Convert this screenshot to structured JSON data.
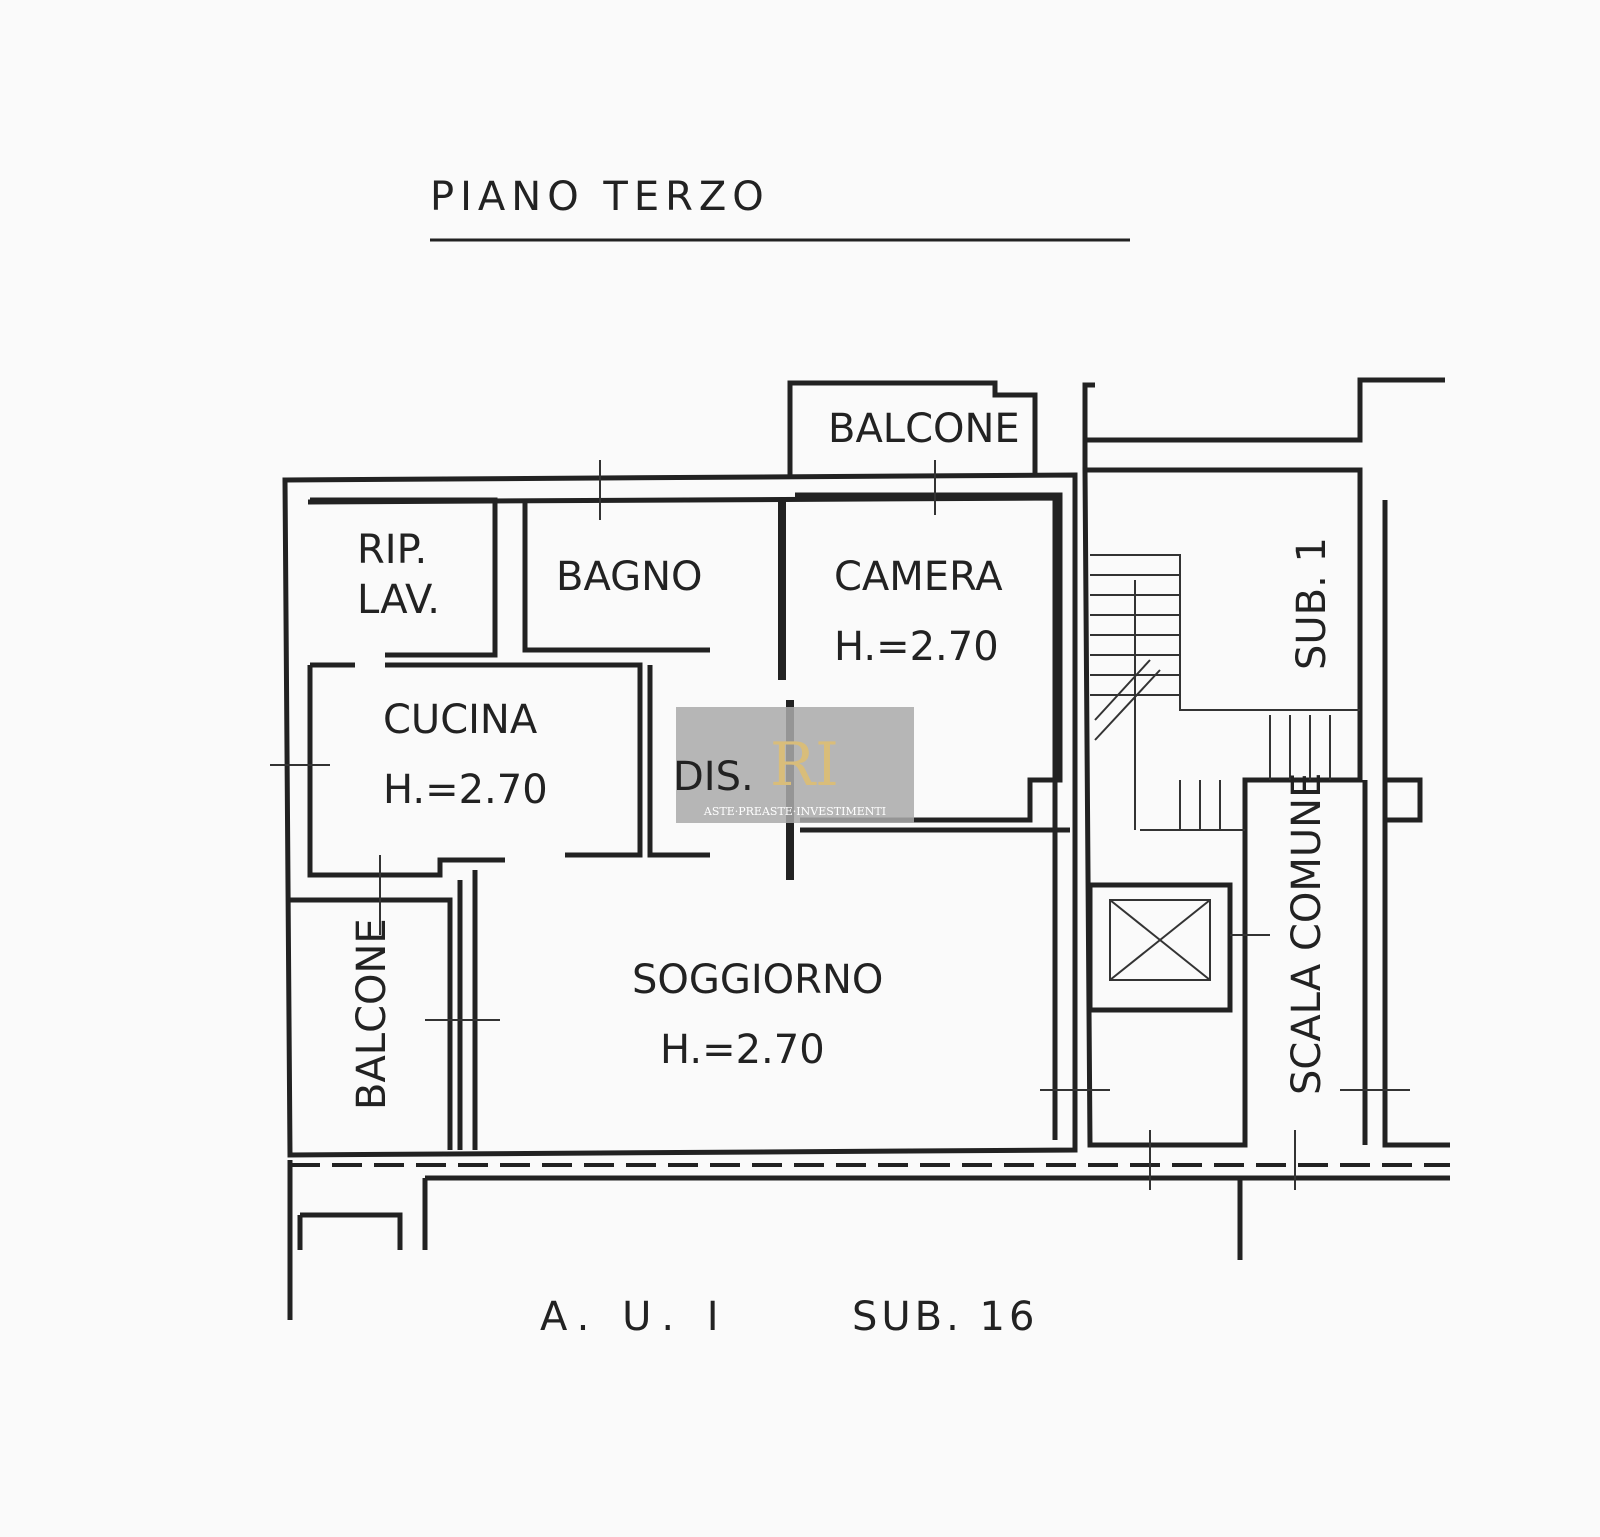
{
  "title": "PIANO TERZO",
  "rooms": {
    "balcone_top": "BALCONE",
    "rip_lav_1": "RIP.",
    "rip_lav_2": "LAV.",
    "bagno": "BAGNO",
    "camera": "CAMERA",
    "camera_height": "H.=2.70",
    "cucina": "CUCINA",
    "cucina_height": "H.=2.70",
    "dis": "DIS.",
    "sub1": "SUB. 1",
    "scala_comune": "SCALA COMUNE",
    "balcone_left": "BALCONE",
    "soggiorno": "SOGGIORNO",
    "soggiorno_height": "H.=2.70"
  },
  "footer": {
    "aui": "A. U. I",
    "sub": "SUB. 16"
  },
  "watermark": {
    "logo": "RI",
    "text": "ASTE·PREASTE·INVESTIMENTI"
  },
  "colors": {
    "ink": "#222222",
    "watermark_bg": "#a9a9a9",
    "watermark_gold": "#d9bd7a"
  }
}
